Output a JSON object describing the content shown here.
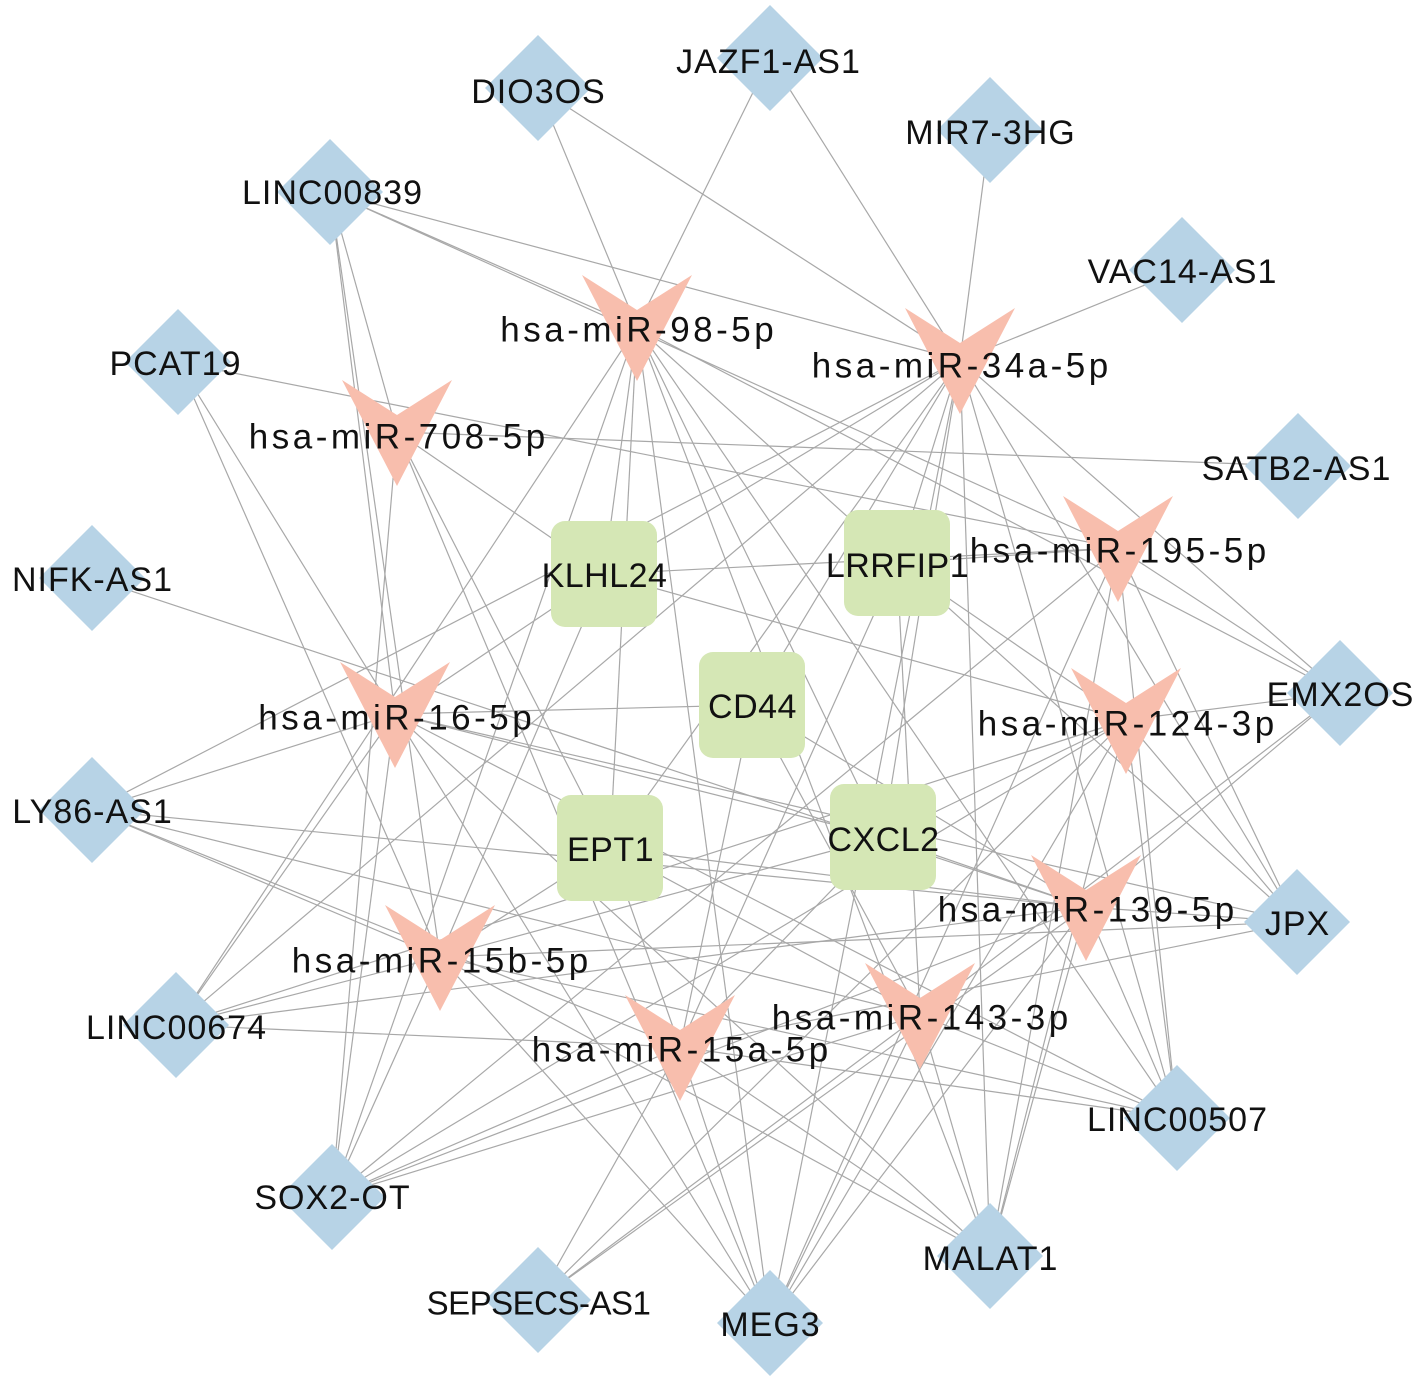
{
  "diagram": {
    "colors": {
      "lncRNA": "#b7d3e6",
      "miRNA": "#f8bead",
      "mRNA": "#d5e7b5",
      "edge": "#a8a8a8"
    },
    "nodes": [
      {
        "label": "JAZF1-AS1",
        "type": "lncRNA",
        "shape": "diamond"
      },
      {
        "label": "DIO3OS",
        "type": "lncRNA",
        "shape": "diamond"
      },
      {
        "label": "MIR7-3HG",
        "type": "lncRNA",
        "shape": "diamond"
      },
      {
        "label": "LINC00839",
        "type": "lncRNA",
        "shape": "diamond"
      },
      {
        "label": "VAC14-AS1",
        "type": "lncRNA",
        "shape": "diamond"
      },
      {
        "label": "PCAT19",
        "type": "lncRNA",
        "shape": "diamond"
      },
      {
        "label": "SATB2-AS1",
        "type": "lncRNA",
        "shape": "diamond"
      },
      {
        "label": "NIFK-AS1",
        "type": "lncRNA",
        "shape": "diamond"
      },
      {
        "label": "EMX2OS",
        "type": "lncRNA",
        "shape": "diamond"
      },
      {
        "label": "LY86-AS1",
        "type": "lncRNA",
        "shape": "diamond"
      },
      {
        "label": "JPX",
        "type": "lncRNA",
        "shape": "diamond"
      },
      {
        "label": "LINC00674",
        "type": "lncRNA",
        "shape": "diamond"
      },
      {
        "label": "LINC00507",
        "type": "lncRNA",
        "shape": "diamond"
      },
      {
        "label": "SOX2-OT",
        "type": "lncRNA",
        "shape": "diamond"
      },
      {
        "label": "MALAT1",
        "type": "lncRNA",
        "shape": "diamond"
      },
      {
        "label": "SEPSECS-AS1",
        "type": "lncRNA",
        "shape": "diamond"
      },
      {
        "label": "MEG3",
        "type": "lncRNA",
        "shape": "diamond"
      },
      {
        "label": "hsa-miR-98-5p",
        "type": "miRNA",
        "shape": "v"
      },
      {
        "label": "hsa-miR-34a-5p",
        "type": "miRNA",
        "shape": "v"
      },
      {
        "label": "hsa-miR-708-5p",
        "type": "miRNA",
        "shape": "v"
      },
      {
        "label": "hsa-miR-195-5p",
        "type": "miRNA",
        "shape": "v"
      },
      {
        "label": "hsa-miR-16-5p",
        "type": "miRNA",
        "shape": "v"
      },
      {
        "label": "hsa-miR-124-3p",
        "type": "miRNA",
        "shape": "v"
      },
      {
        "label": "hsa-miR-139-5p",
        "type": "miRNA",
        "shape": "v"
      },
      {
        "label": "hsa-miR-15b-5p",
        "type": "miRNA",
        "shape": "v"
      },
      {
        "label": "hsa-miR-143-3p",
        "type": "miRNA",
        "shape": "v"
      },
      {
        "label": "hsa-miR-15a-5p",
        "type": "miRNA",
        "shape": "v"
      },
      {
        "label": "KLHL24",
        "type": "mRNA",
        "shape": "round-rect"
      },
      {
        "label": "LRRFIP1",
        "type": "mRNA",
        "shape": "round-rect"
      },
      {
        "label": "CD44",
        "type": "mRNA",
        "shape": "round-rect"
      },
      {
        "label": "EPT1",
        "type": "mRNA",
        "shape": "round-rect"
      },
      {
        "label": "CXCL2",
        "type": "mRNA",
        "shape": "round-rect"
      }
    ],
    "interactions": {
      "hsa-miR-98-5p": [
        "JAZF1-AS1",
        "DIO3OS",
        "LINC00839",
        "SOX2-OT",
        "LINC00674",
        "MEG3",
        "MALAT1",
        "LINC00507",
        "JPX",
        "EMX2OS",
        "KLHL24",
        "EPT1",
        "CXCL2"
      ],
      "hsa-miR-34a-5p": [
        "JAZF1-AS1",
        "DIO3OS",
        "MIR7-3HG",
        "LINC00839",
        "VAC14-AS1",
        "LY86-AS1",
        "LINC00674",
        "EMX2OS",
        "JPX",
        "LINC00507",
        "MALAT1",
        "MEG3",
        "KLHL24",
        "LRRFIP1",
        "CD44",
        "EPT1",
        "CXCL2"
      ],
      "hsa-miR-708-5p": [
        "LINC00839",
        "SATB2-AS1",
        "SOX2-OT",
        "MEG3",
        "KLHL24",
        "EPT1"
      ],
      "hsa-miR-195-5p": [
        "LINC00839",
        "PCAT19",
        "EMX2OS",
        "JPX",
        "LINC00507",
        "MALAT1",
        "MEG3",
        "SOX2-OT",
        "LRRFIP1",
        "KLHL24"
      ],
      "hsa-miR-16-5p": [
        "LINC00839",
        "PCAT19",
        "LY86-AS1",
        "LINC00674",
        "SOX2-OT",
        "JPX",
        "LINC00507",
        "MEG3",
        "MALAT1",
        "CD44",
        "CXCL2",
        "KLHL24"
      ],
      "hsa-miR-124-3p": [
        "EMX2OS",
        "JPX",
        "LINC00507",
        "MALAT1",
        "MEG3",
        "SOX2-OT",
        "SEPSECS-AS1",
        "LINC00674",
        "LRRFIP1",
        "KLHL24",
        "CXCL2"
      ],
      "hsa-miR-139-5p": [
        "NIFK-AS1",
        "LY86-AS1",
        "LINC00674",
        "SOX2-OT",
        "SEPSECS-AS1",
        "MEG3",
        "MALAT1",
        "LINC00507",
        "JPX",
        "EMX2OS",
        "EPT1",
        "CD44",
        "CXCL2"
      ],
      "hsa-miR-15b-5p": [
        "LINC00839",
        "PCAT19",
        "LY86-AS1",
        "LINC00674",
        "SOX2-OT",
        "MEG3",
        "MALAT1",
        "LINC00507",
        "JPX",
        "KLHL24",
        "EPT1",
        "CXCL2"
      ],
      "hsa-miR-143-3p": [
        "LY86-AS1",
        "SOX2-OT",
        "SEPSECS-AS1",
        "MEG3",
        "MALAT1",
        "LINC00507",
        "EMX2OS",
        "CD44",
        "LRRFIP1",
        "EPT1"
      ],
      "hsa-miR-15a-5p": [
        "LINC00674",
        "LY86-AS1",
        "SOX2-OT",
        "SEPSECS-AS1",
        "MEG3",
        "MALAT1",
        "LINC00507",
        "JPX",
        "EPT1",
        "CXCL2",
        "CD44",
        "LRRFIP1"
      ]
    }
  }
}
